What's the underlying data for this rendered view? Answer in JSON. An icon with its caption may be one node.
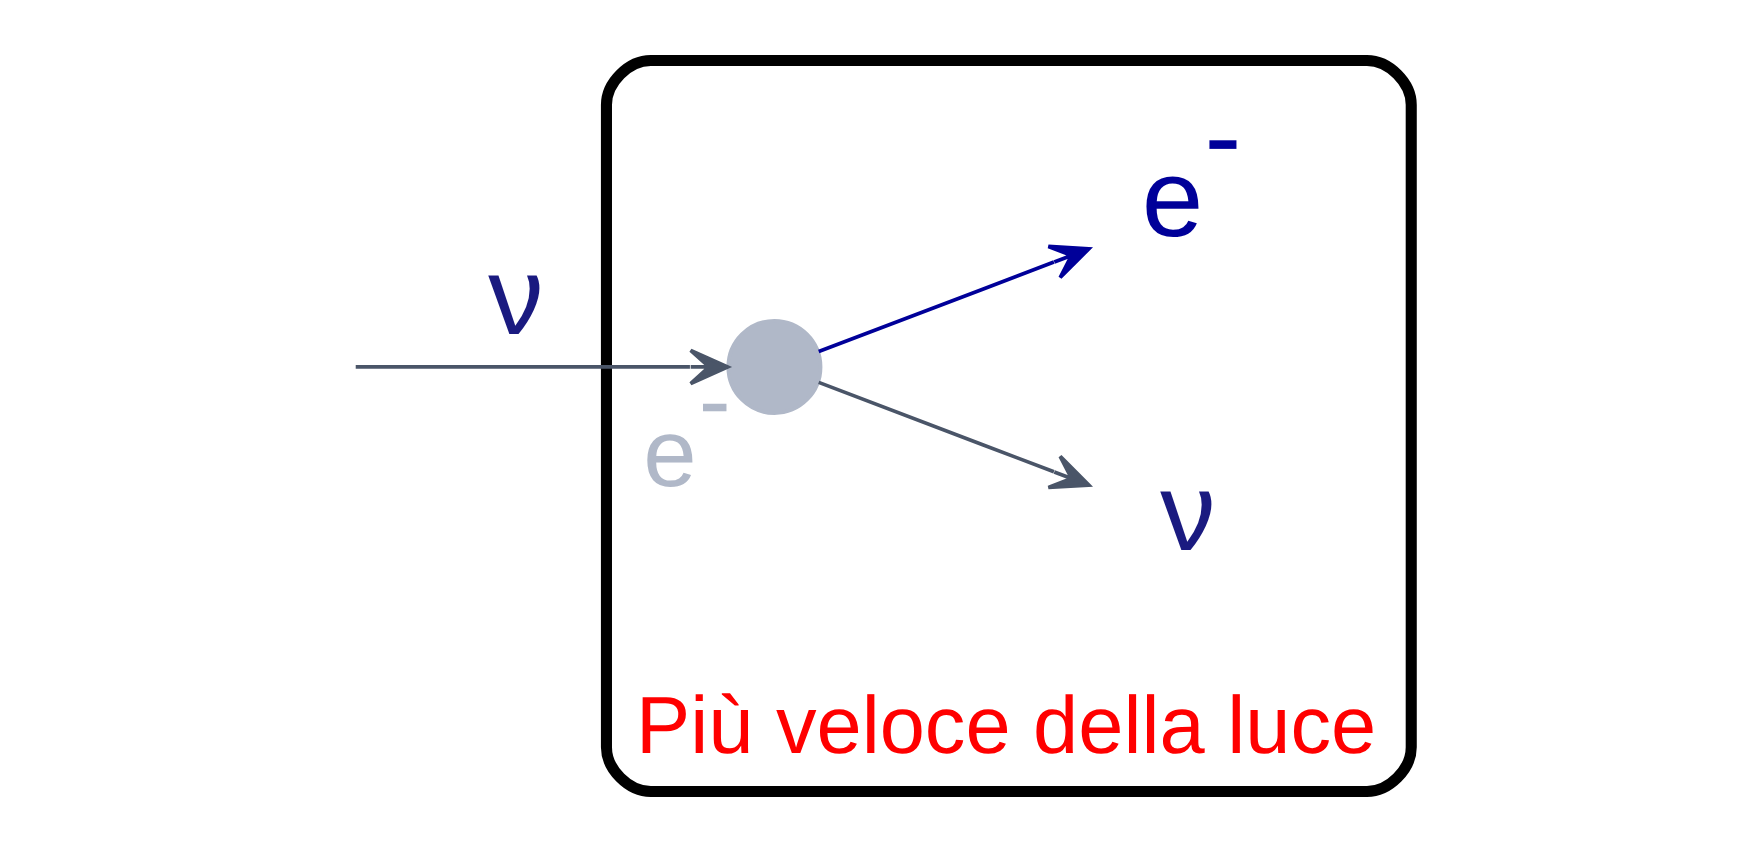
{
  "diagram": {
    "nodes": [
      {
        "text": [
          "Più veloce della luce"
        ]
      },
      {
        "text": [],
        "shape": "circle",
        "beside": [
          "e$^{-}$"
        ],
        "in": 0
      },
      {
        "text": [
          "ν"
        ],
        "in": 0
      },
      {
        "text": [
          "e$^{-}$"
        ],
        "in": 0
      }
    ],
    "edges": [
      {
        "from": null,
        "to": 1,
        "arrow": "to",
        "label": "ν"
      },
      {
        "from": 1,
        "to": 2,
        "arrow": "to"
      },
      {
        "from": 1,
        "to": 3,
        "arrow": "to",
        "color": "#000099"
      }
    ]
  }
}
